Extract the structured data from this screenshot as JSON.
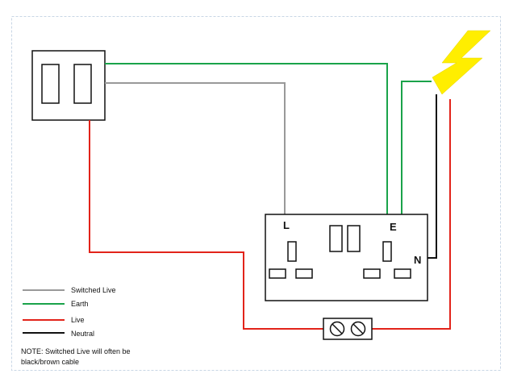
{
  "socket": {
    "live_terminal": "L",
    "earth_terminal": "E",
    "neutral_terminal": "N"
  },
  "legend": [
    {
      "name": "Switched Live",
      "color": "#999999"
    },
    {
      "name": "Earth",
      "color": "#1aa34a"
    },
    {
      "name": "Live",
      "color": "#e2231a"
    },
    {
      "name": "Neutral",
      "color": "#111111"
    }
  ],
  "note": {
    "line1": "NOTE: Switched Live will often be",
    "line2": "black/brown cable"
  },
  "icons": {
    "power_source": "lightning-bolt-icon",
    "connector": "terminal-block-icon",
    "switch": "double-switch-icon"
  },
  "colors": {
    "bolt": "#ffee00",
    "frame": "#c8d6e5"
  }
}
